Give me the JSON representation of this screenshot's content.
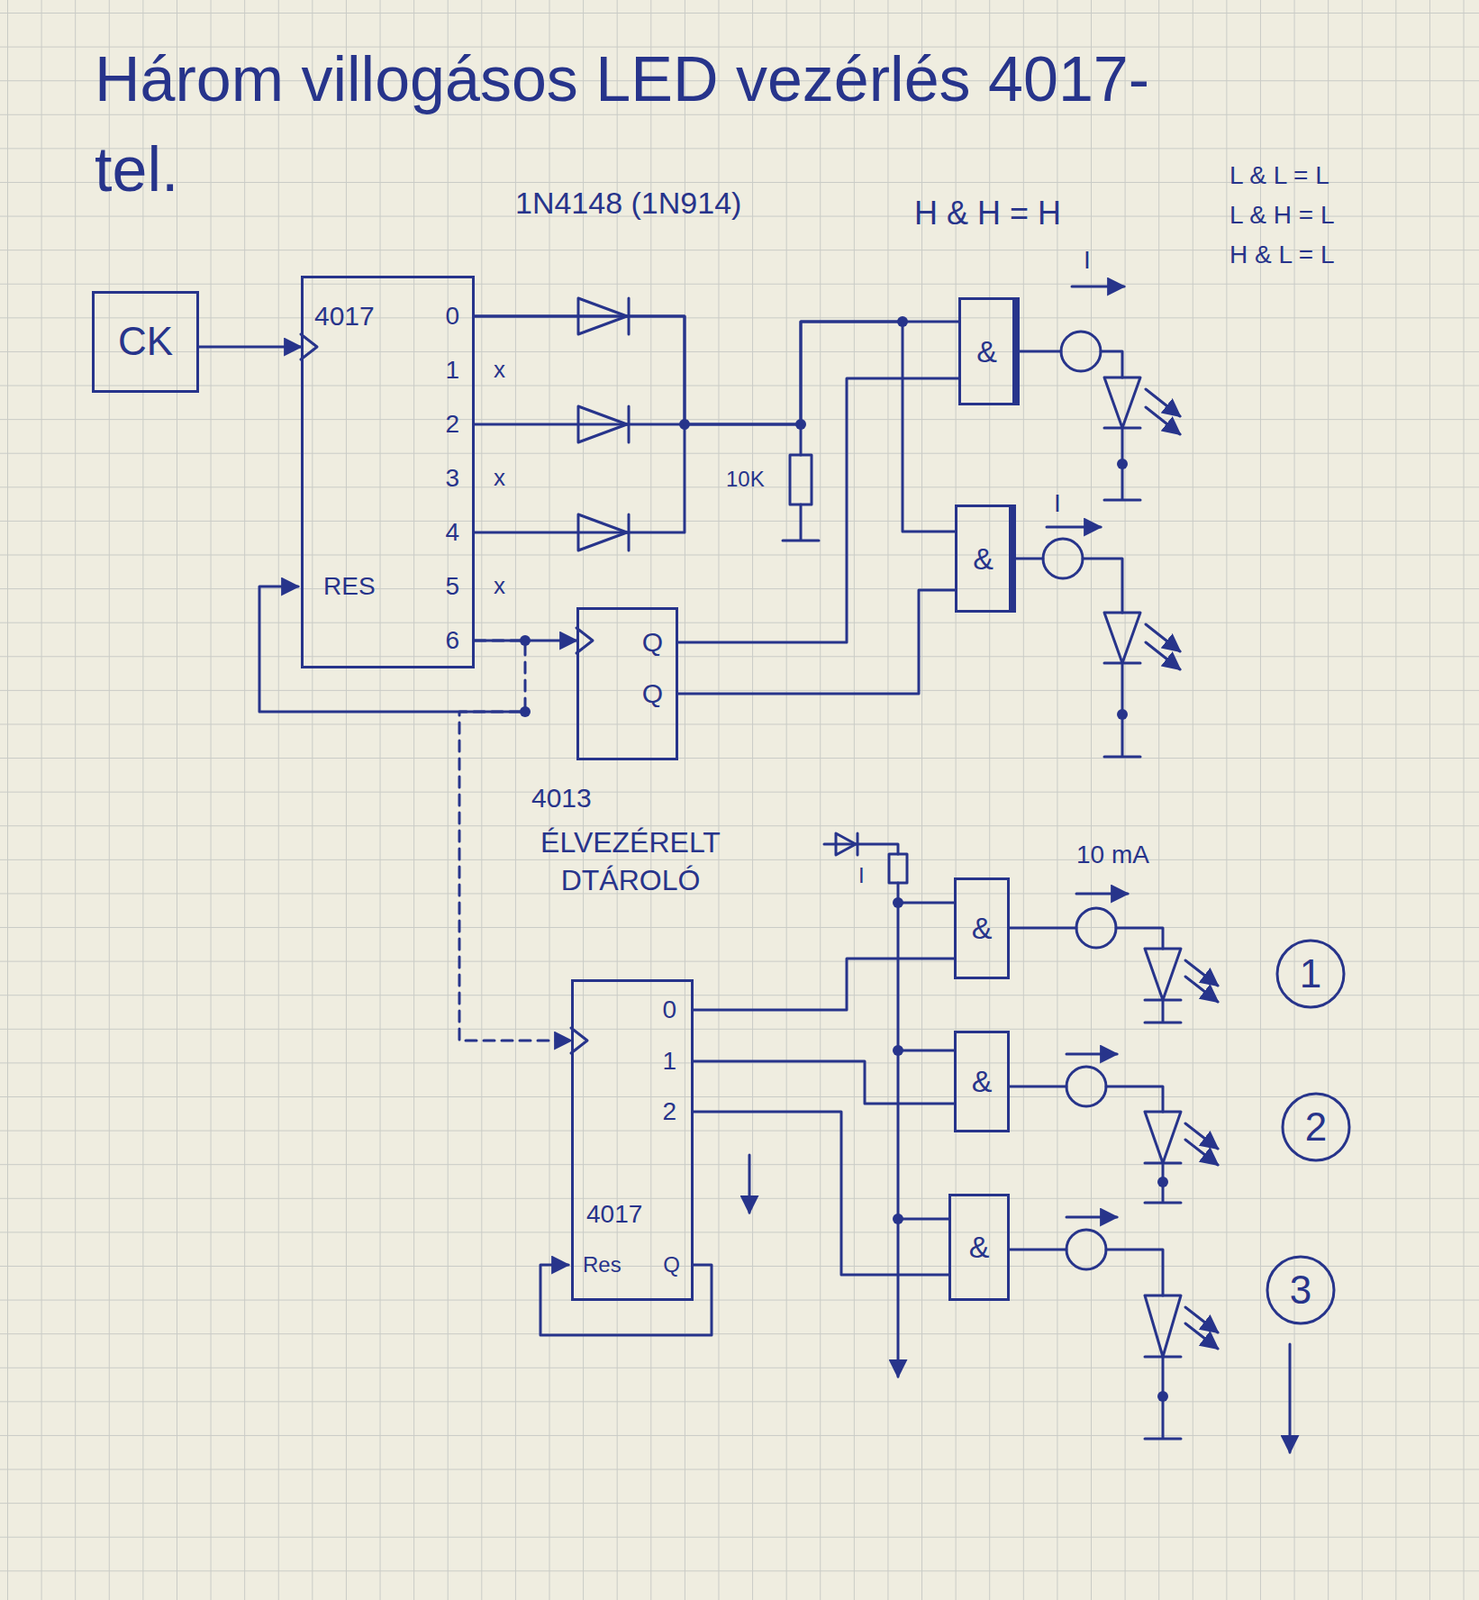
{
  "diagram": {
    "title": "Három villogásos LED vezérlés 4017-tel.",
    "nodes": [
      {
        "text": [
          "CK"
        ]
      },
      {
        "text": [
          "4017",
          "0",
          "1",
          "2",
          "3",
          "4",
          "5",
          "6",
          "RES"
        ]
      },
      {
        "text": [
          "Q",
          "Q"
        ]
      },
      {
        "text": [
          "&"
        ]
      },
      {
        "text": [
          "&"
        ]
      },
      {
        "text": [
          "0",
          "1",
          "2",
          "4017",
          "Res",
          "Q"
        ]
      },
      {
        "text": [
          "&"
        ]
      },
      {
        "text": [
          "&"
        ]
      },
      {
        "text": [
          "&"
        ]
      },
      {
        "text": [
          "1"
        ]
      },
      {
        "text": [
          "2"
        ]
      },
      {
        "text": [
          "3"
        ]
      }
    ],
    "edges": [
      {
        "from": 0,
        "to": 1,
        "arrow": "to"
      },
      {
        "from": 1,
        "to": 3,
        "arrow": "none"
      },
      {
        "from": 1,
        "to": 4,
        "arrow": "none"
      },
      {
        "from": 1,
        "to": 2,
        "arrow": "to"
      },
      {
        "from": 2,
        "to": 3,
        "arrow": "none"
      },
      {
        "from": 2,
        "to": 4,
        "arrow": "none"
      },
      {
        "from": 1,
        "to": 5,
        "arrow": "to"
      },
      {
        "from": 5,
        "to": 6,
        "arrow": "none"
      },
      {
        "from": 5,
        "to": 7,
        "arrow": "none"
      },
      {
        "from": 5,
        "to": 8,
        "arrow": "none"
      }
    ],
    "labels": [
      "1N4148 (1N914)",
      "H & H = H",
      "L & L = L",
      "L & H = L",
      "H & L = L",
      "I",
      "x",
      "x",
      "x",
      "10K",
      "I",
      "4013",
      "ÉLVEZÉRELT DTÁROLÓ",
      "I",
      "10 mA"
    ]
  }
}
